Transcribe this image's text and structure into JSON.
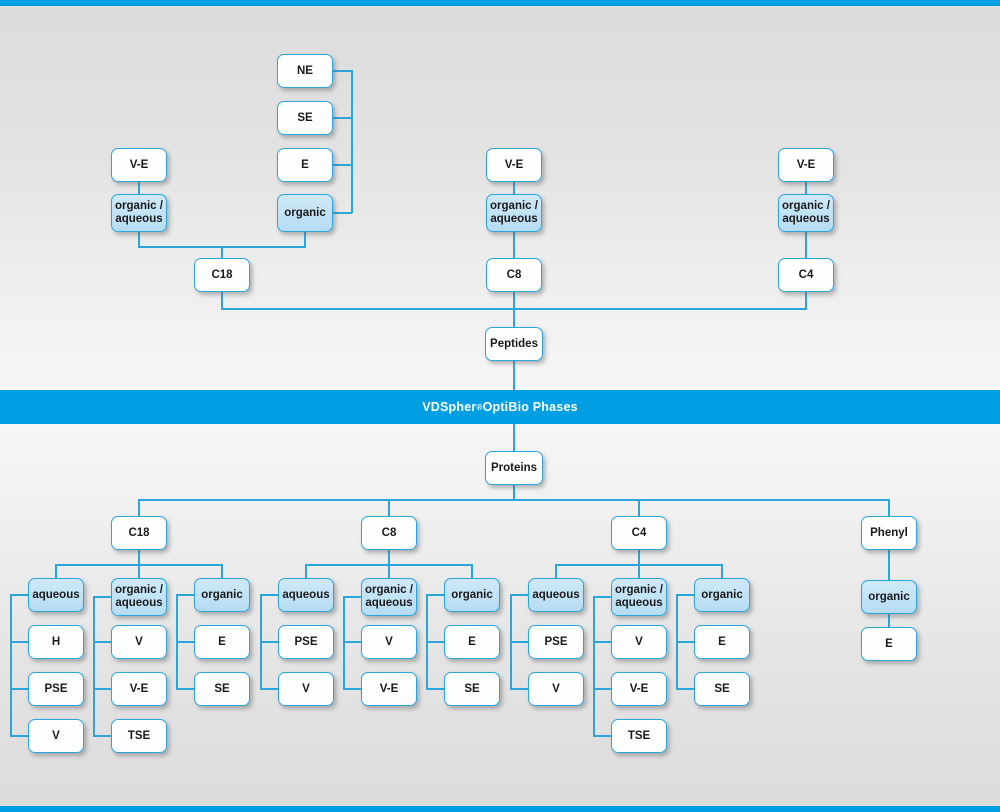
{
  "banner": {
    "brand": "VDSpher",
    "registered_mark": "®",
    "product": " OptiBio Phases"
  },
  "colors": {
    "accent": "#009fe3",
    "line": "#2ba6dd",
    "box_fill_highlight": "#b6dcf3",
    "box_fill_plain": "#ffffff",
    "background_top": "#dcdcdc",
    "background_bottom": "#dcdcdc",
    "text": "#1a1a1a"
  },
  "chart_data": {
    "type": "diagram",
    "title": "VDSpher® OptiBio Phases",
    "roots": [
      "Peptides",
      "Proteins"
    ]
  },
  "peptides": {
    "root_label": "Peptides",
    "columns": [
      {
        "phase_label": "C18",
        "modes": [
          {
            "mode_label": "organic /\naqueous",
            "highlight": true,
            "children": [
              {
                "label": "V-E",
                "highlight": false
              }
            ]
          },
          {
            "mode_label": "organic",
            "highlight": true,
            "children": [
              {
                "label": "NE",
                "highlight": false
              },
              {
                "label": "SE",
                "highlight": false
              },
              {
                "label": "E",
                "highlight": false
              }
            ]
          }
        ]
      },
      {
        "phase_label": "C8",
        "modes": [
          {
            "mode_label": "organic /\naqueous",
            "highlight": true,
            "children": [
              {
                "label": "V-E",
                "highlight": false
              }
            ]
          }
        ]
      },
      {
        "phase_label": "C4",
        "modes": [
          {
            "mode_label": "organic /\naqueous",
            "highlight": true,
            "children": [
              {
                "label": "V-E",
                "highlight": false
              }
            ]
          }
        ]
      }
    ]
  },
  "proteins": {
    "root_label": "Proteins",
    "columns": [
      {
        "phase_label": "C18",
        "modes": [
          {
            "mode_label": "aqueous",
            "highlight": true,
            "children": [
              {
                "label": "H"
              },
              {
                "label": "PSE"
              },
              {
                "label": "V"
              }
            ]
          },
          {
            "mode_label": "organic /\naqueous",
            "highlight": true,
            "children": [
              {
                "label": "V"
              },
              {
                "label": "V-E"
              },
              {
                "label": "TSE"
              }
            ]
          },
          {
            "mode_label": "organic",
            "highlight": true,
            "children": [
              {
                "label": "E"
              },
              {
                "label": "SE"
              }
            ]
          }
        ]
      },
      {
        "phase_label": "C8",
        "modes": [
          {
            "mode_label": "aqueous",
            "highlight": true,
            "children": [
              {
                "label": "PSE"
              },
              {
                "label": "V"
              }
            ]
          },
          {
            "mode_label": "organic /\naqueous",
            "highlight": true,
            "children": [
              {
                "label": "V"
              },
              {
                "label": "V-E"
              }
            ]
          },
          {
            "mode_label": "organic",
            "highlight": true,
            "children": [
              {
                "label": "E"
              },
              {
                "label": "SE"
              }
            ]
          }
        ]
      },
      {
        "phase_label": "C4",
        "modes": [
          {
            "mode_label": "aqueous",
            "highlight": true,
            "children": [
              {
                "label": "PSE"
              },
              {
                "label": "V"
              }
            ]
          },
          {
            "mode_label": "organic /\naqueous",
            "highlight": true,
            "children": [
              {
                "label": "V"
              },
              {
                "label": "V-E"
              },
              {
                "label": "TSE"
              }
            ]
          },
          {
            "mode_label": "organic",
            "highlight": true,
            "children": [
              {
                "label": "E"
              },
              {
                "label": "SE"
              }
            ]
          }
        ]
      },
      {
        "phase_label": "Phenyl",
        "modes": [
          {
            "mode_label": "organic",
            "highlight": true,
            "children": [
              {
                "label": "E"
              }
            ]
          }
        ]
      }
    ]
  }
}
